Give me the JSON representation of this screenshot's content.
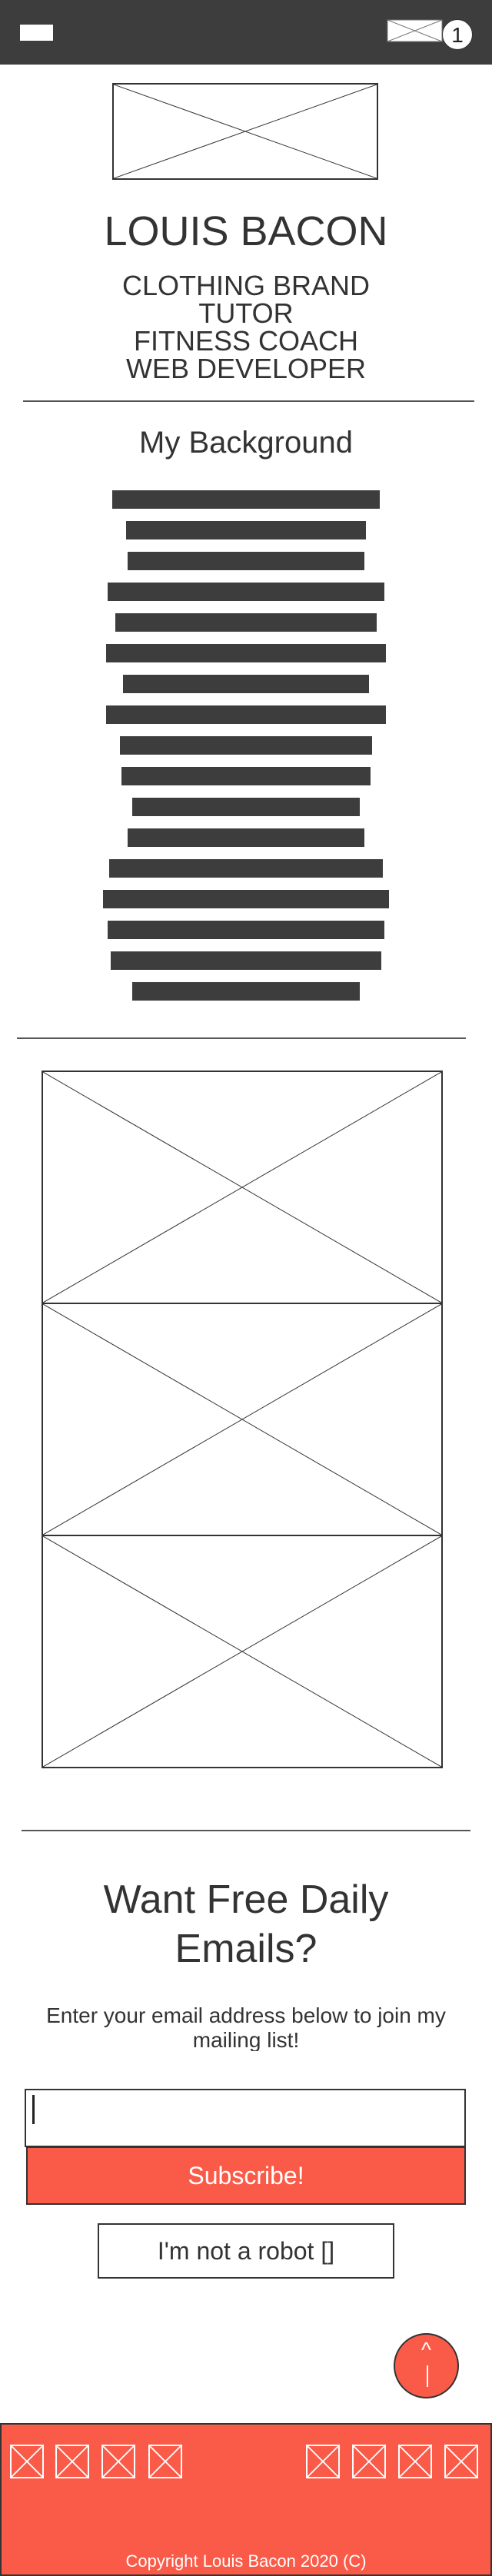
{
  "header": {
    "mail_badge_count": "1",
    "menu_icon": "menu-icon",
    "mail_icon": "envelope-icon"
  },
  "profile": {
    "name": "LOUIS BACON",
    "roles": [
      "CLOTHING BRAND",
      "TUTOR",
      "FITNESS COACH",
      "WEB DEVELOPER"
    ]
  },
  "background": {
    "title": "My Background"
  },
  "signup": {
    "title_line1": "Want Free Daily",
    "title_line2": "Emails?",
    "description": "Enter your email address below to join my mailing list!",
    "email_value": "",
    "subscribe_label": "Subscribe!",
    "robot_label": "I'm not a robot []"
  },
  "back_to_top": {
    "symbol": "^"
  },
  "footer": {
    "copyright": "Copyright Louis Bacon 2020 (C)"
  },
  "colors": {
    "header_bg": "#3d3d3d",
    "accent": "#fa5b48",
    "text": "#333333"
  }
}
